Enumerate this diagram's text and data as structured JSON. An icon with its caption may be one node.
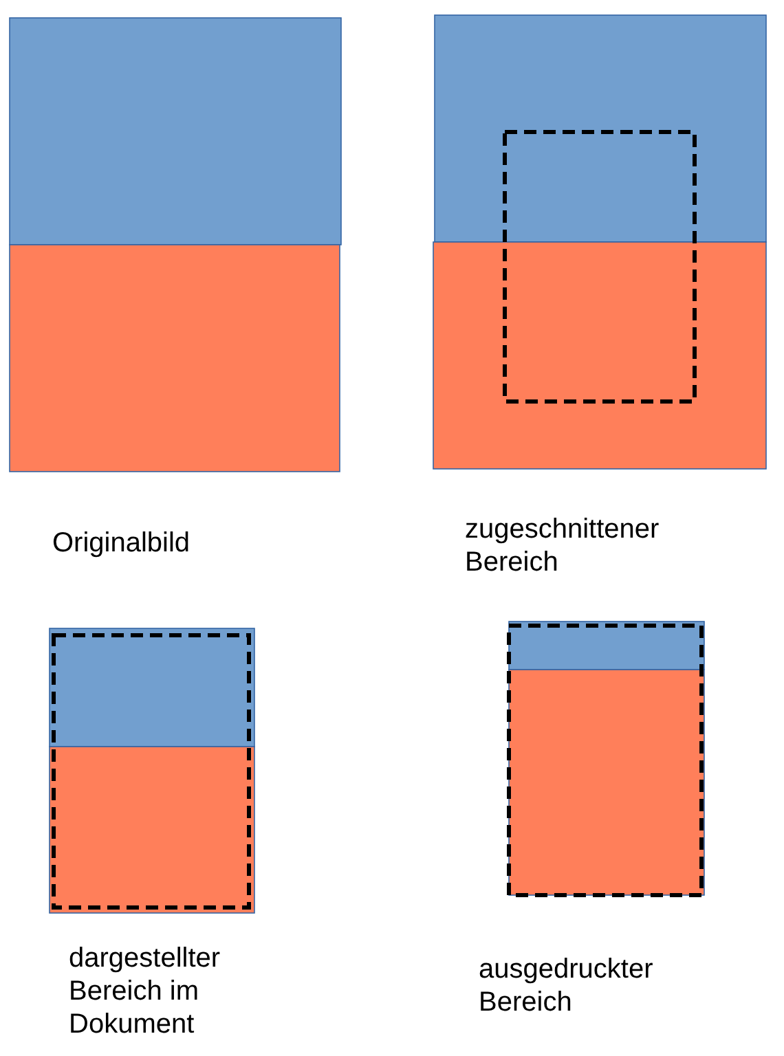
{
  "diagram": {
    "labels": [
      "Originalbild",
      "zugeschnittener Bereich",
      "dargestellter Bereich im Dokument",
      "ausgedruckter Bereich"
    ]
  }
}
